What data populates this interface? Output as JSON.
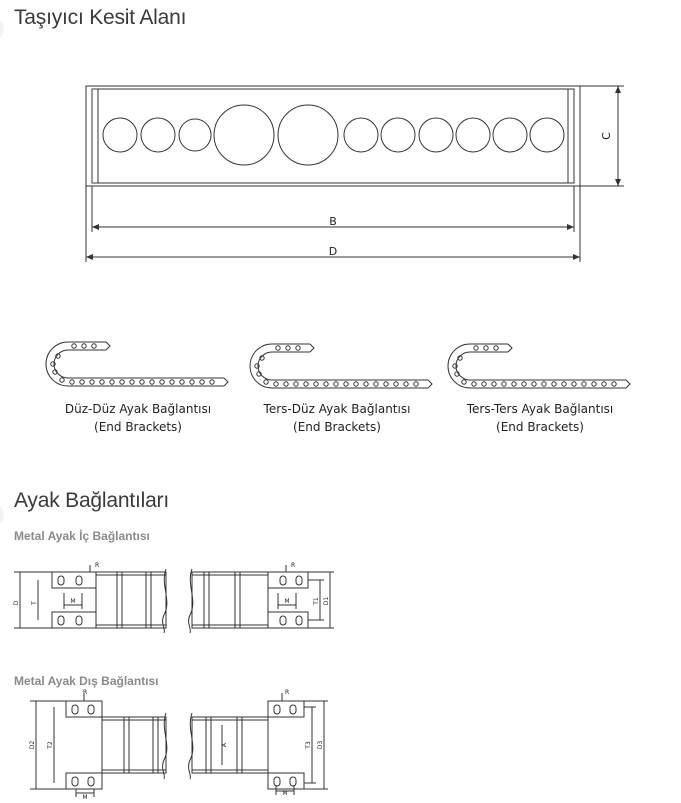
{
  "section_cross": {
    "title": "Taşıyıcı Kesit Alanı",
    "dim_b": "B",
    "dim_c": "C",
    "dim_d": "D"
  },
  "brackets": [
    {
      "name": "Düz-Düz Ayak Bağlantısı",
      "sub": "(End Brackets)"
    },
    {
      "name": "Ters-Düz Ayak Bağlantısı",
      "sub": "(End Brackets)"
    },
    {
      "name": "Ters-Ters Ayak Bağlantısı",
      "sub": "(End Brackets)"
    }
  ],
  "section_mount": {
    "title": "Ayak Bağlantıları",
    "inner": {
      "title": "Metal Ayak İç Bağlantısı",
      "r": "R",
      "m": "M",
      "d": "D",
      "t": "T",
      "t1": "T1",
      "d1": "D1"
    },
    "outer": {
      "title": "Metal Ayak Dış Bağlantısı",
      "r": "R",
      "m": "M",
      "d2": "D2",
      "t2": "T2",
      "a": "A",
      "t3": "T3",
      "d3": "D3"
    }
  }
}
